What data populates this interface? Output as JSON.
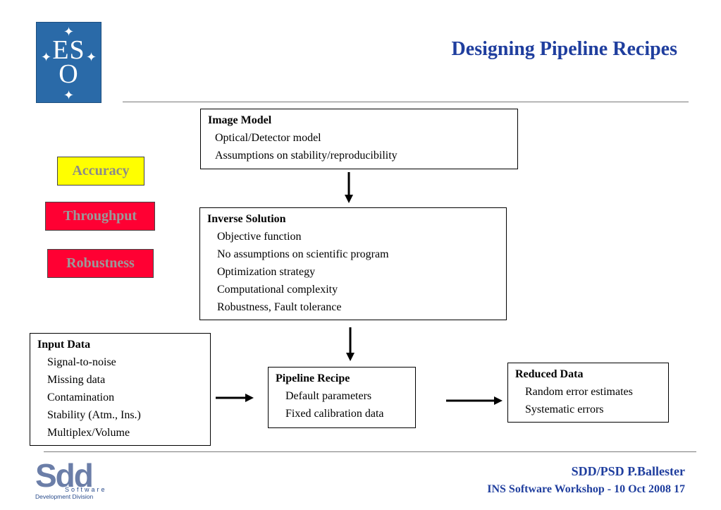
{
  "logo": {
    "eso_letters": [
      "ES",
      "O"
    ]
  },
  "title": "Designing Pipeline Recipes",
  "tags": {
    "accuracy": "Accuracy",
    "throughput": "Throughput",
    "robustness": "Robustness"
  },
  "colors": {
    "title_blue": "#1f3e9e",
    "accuracy_bg": "#ffff00",
    "red_tag_bg": "#ff0033",
    "eso_blue": "#2a6aa8"
  },
  "boxes": {
    "image_model": {
      "title": "Image Model",
      "items": [
        "Optical/Detector model",
        "Assumptions on stability/reproducibility"
      ]
    },
    "inverse_solution": {
      "title": "Inverse Solution",
      "items": [
        "Objective function",
        "No assumptions on scientific program",
        "Optimization strategy",
        "Computational complexity",
        "Robustness, Fault tolerance"
      ]
    },
    "input_data": {
      "title": "Input Data",
      "items": [
        "Signal-to-noise",
        "Missing data",
        "Contamination",
        "Stability (Atm., Ins.)",
        "Multiplex/Volume"
      ]
    },
    "pipeline_recipe": {
      "title": "Pipeline Recipe",
      "items": [
        "Default parameters",
        "Fixed calibration data"
      ]
    },
    "reduced_data": {
      "title": "Reduced Data",
      "items": [
        "Random error estimates",
        "Systematic errors"
      ]
    }
  },
  "sdd_logo": {
    "letters": "Sdd",
    "software": "Software",
    "division": "Development Division"
  },
  "footer": {
    "author": "SDD/PSD P.Ballester",
    "event": "INS Software Workshop -  10 Oct 2008  17"
  }
}
